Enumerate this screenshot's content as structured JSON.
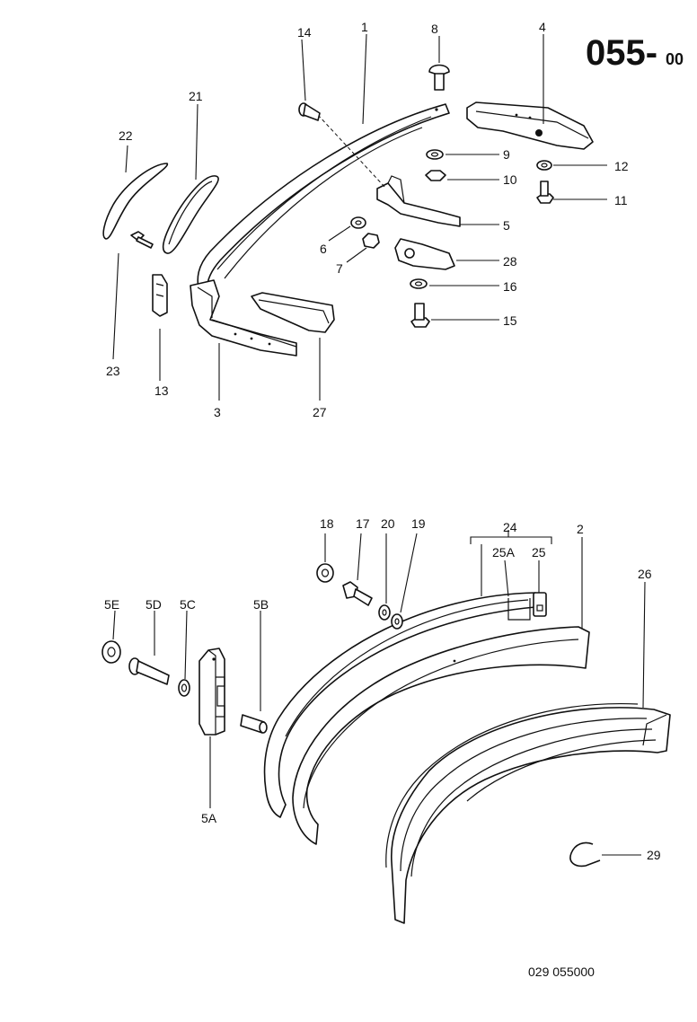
{
  "page": {
    "section_number": "055-",
    "section_suffix": "00",
    "drawing_code": "029  055000"
  },
  "callouts_top": [
    "1",
    "3",
    "4",
    "5",
    "6",
    "7",
    "8",
    "9",
    "10",
    "11",
    "12",
    "13",
    "14",
    "15",
    "16",
    "21",
    "22",
    "23",
    "27",
    "28"
  ],
  "callouts_bottom": [
    "2",
    "5A",
    "5B",
    "5C",
    "5D",
    "5E",
    "17",
    "18",
    "19",
    "20",
    "24",
    "25",
    "25A",
    "26",
    "29"
  ]
}
